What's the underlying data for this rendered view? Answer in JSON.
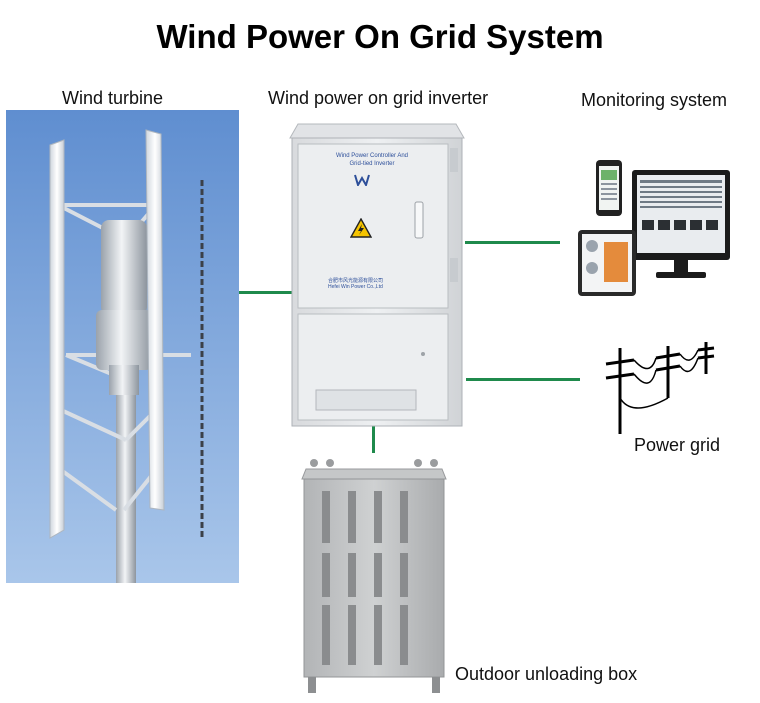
{
  "title": "Wind Power On Grid System",
  "labels": {
    "wind_turbine": "Wind turbine",
    "inverter": "Wind power on grid inverter",
    "monitoring": "Monitoring system",
    "power_grid": "Power grid",
    "unloading_box": "Outdoor unloading box"
  },
  "inverter_cabinet": {
    "front_text_line1": "Wind Power Controller And",
    "front_text_line2": "Grid-tied Inverter",
    "maker_cn": "合肥市风光能源有限公司",
    "maker_en": "Hefei Win Power Co.,Ltd"
  },
  "colors": {
    "connector": "#1f8a4c",
    "sky_top": "#5f8ed0",
    "sky_bottom": "#a9c6ea",
    "cabinet": "#e6e8ea",
    "box": "#bfc1c2"
  },
  "icons": {
    "warning": "high-voltage-warning-icon",
    "logo": "brand-logo-icon"
  }
}
